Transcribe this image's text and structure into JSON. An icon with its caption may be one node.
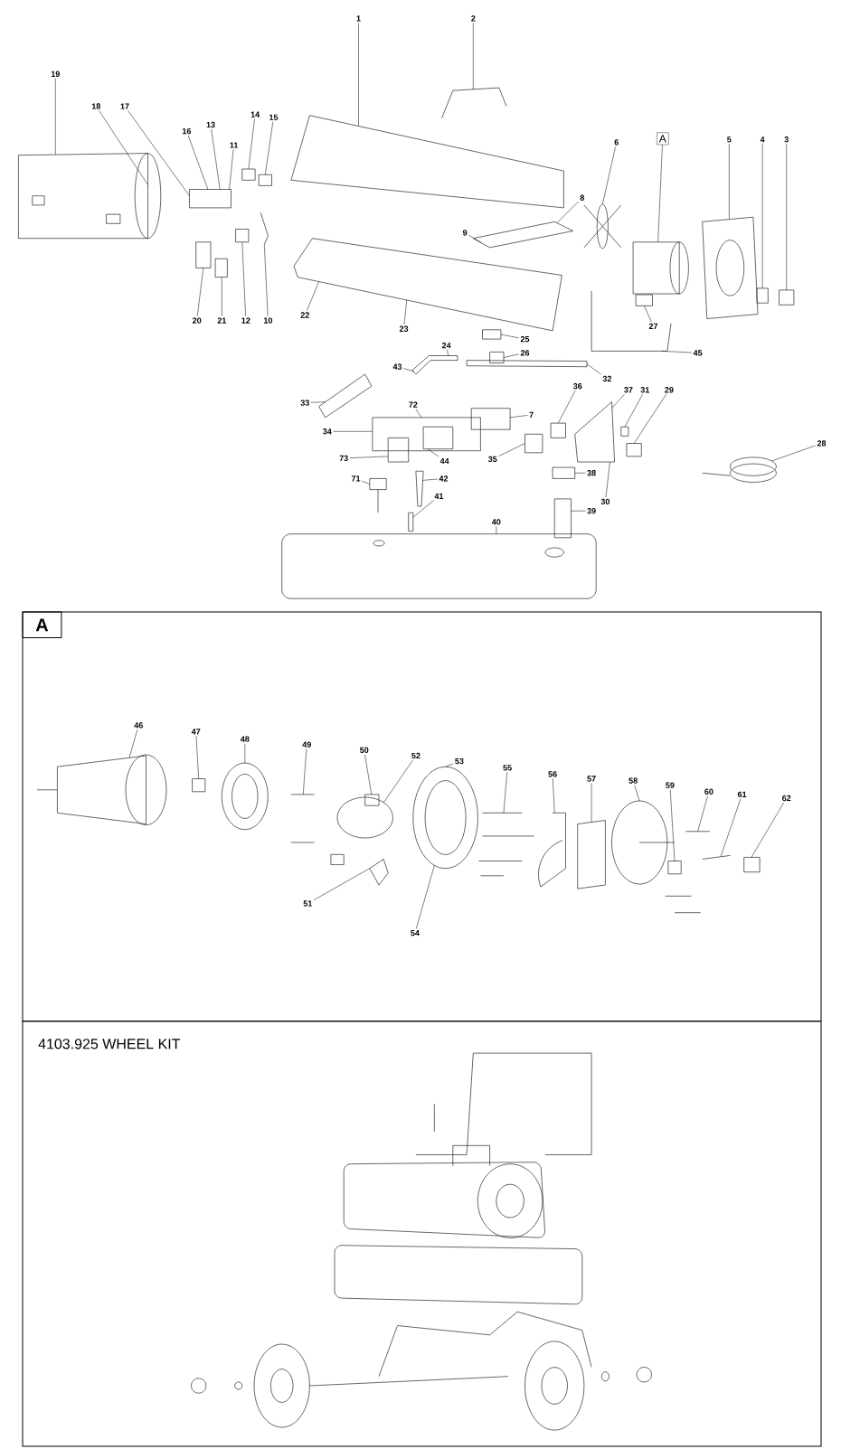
{
  "diagram": {
    "nodes": [
      {
        "text": [],
        "shape": "picture"
      },
      {
        "text": [
          "1"
        ]
      },
      {
        "text": [
          "2"
        ]
      },
      {
        "text": [
          "19"
        ]
      },
      {
        "text": [
          "18"
        ],
        "in": 0
      },
      {
        "text": [
          "17"
        ],
        "in": 0
      },
      {
        "text": [
          "16"
        ],
        "in": 0
      },
      {
        "text": [
          "13"
        ],
        "in": 0
      },
      {
        "text": [
          "11"
        ],
        "in": 0
      },
      {
        "text": [
          "14"
        ],
        "in": 0
      },
      {
        "text": [
          "15"
        ],
        "in": 0
      },
      {
        "text": [
          "20"
        ],
        "in": 0
      },
      {
        "text": [
          "21"
        ],
        "in": 0
      },
      {
        "text": [
          "12"
        ],
        "in": 0
      },
      {
        "text": [
          "10"
        ],
        "in": 0
      },
      {
        "text": [
          "22"
        ],
        "in": 0
      },
      {
        "text": [
          "23"
        ],
        "in": 0
      },
      {
        "text": [
          "9"
        ],
        "in": 0
      },
      {
        "text": [
          "8"
        ],
        "in": 0
      },
      {
        "text": [
          "6"
        ],
        "in": 0
      },
      {
        "text": [
          "A"
        ],
        "in": 0
      },
      {
        "text": [
          "5"
        ],
        "in": 0
      },
      {
        "text": [
          "4"
        ],
        "in": 0
      },
      {
        "text": [
          "3"
        ],
        "in": 0
      },
      {
        "text": [
          "27"
        ],
        "in": 0
      },
      {
        "text": [
          "45"
        ],
        "in": 0
      },
      {
        "text": [
          "25"
        ],
        "in": 0
      },
      {
        "text": [
          "24"
        ],
        "in": 0
      },
      {
        "text": [
          "26"
        ],
        "in": 0
      },
      {
        "text": [
          "43"
        ],
        "in": 0
      },
      {
        "text": [
          "32"
        ],
        "in": 0
      },
      {
        "text": [
          "33"
        ],
        "in": 0
      },
      {
        "text": [
          "72"
        ],
        "in": 0
      },
      {
        "text": [
          "7"
        ],
        "in": 0
      },
      {
        "text": [
          "36"
        ],
        "in": 0
      },
      {
        "text": [
          "37"
        ],
        "in": 0
      },
      {
        "text": [
          "31"
        ],
        "in": 0
      },
      {
        "text": [
          "29"
        ],
        "in": 0
      },
      {
        "text": [
          "34"
        ],
        "in": 0
      },
      {
        "text": [
          "73"
        ],
        "in": 0
      },
      {
        "text": [
          "44"
        ],
        "in": 0
      },
      {
        "text": [
          "35"
        ],
        "in": 0
      },
      {
        "text": [
          "38"
        ],
        "in": 0
      },
      {
        "text": [
          "30"
        ],
        "in": 0
      },
      {
        "text": [
          "28"
        ]
      },
      {
        "text": [
          "42"
        ],
        "in": 0
      },
      {
        "text": [
          "71"
        ],
        "in": 0
      },
      {
        "text": [
          "41"
        ],
        "in": 0
      },
      {
        "text": [
          "40"
        ],
        "in": 0
      },
      {
        "text": [
          "39"
        ],
        "in": 0
      },
      {
        "text": [
          "A"
        ]
      },
      {
        "text": [],
        "shape": "picture",
        "in": 50
      },
      {
        "text": [
          "46"
        ],
        "in": 50
      },
      {
        "text": [
          "47"
        ],
        "in": 50
      },
      {
        "text": [
          "48"
        ],
        "in": 50
      },
      {
        "text": [
          "49"
        ],
        "in": 50
      },
      {
        "text": [
          "50"
        ],
        "in": 50
      },
      {
        "text": [
          "52"
        ],
        "in": 50
      },
      {
        "text": [
          "53"
        ],
        "in": 51
      },
      {
        "text": [
          "55"
        ],
        "in": 51
      },
      {
        "text": [
          "56"
        ],
        "in": 51
      },
      {
        "text": [
          "57"
        ],
        "in": 51
      },
      {
        "text": [
          "58"
        ],
        "in": 51
      },
      {
        "text": [
          "59"
        ],
        "in": 51
      },
      {
        "text": [
          "60"
        ],
        "in": 51
      },
      {
        "text": [
          "61"
        ],
        "in": 51
      },
      {
        "text": [
          "62"
        ],
        "in": 50
      },
      {
        "text": [
          "51"
        ],
        "in": 51
      },
      {
        "text": [
          "54"
        ],
        "in": 50
      },
      {
        "text": [
          "4103.925 WHEEL KIT"
        ]
      }
    ],
    "edges": [
      {
        "from": 1,
        "to": 0,
        "arrow": "none"
      },
      {
        "from": 2,
        "to": 0,
        "arrow": "none"
      },
      {
        "from": 3,
        "to": 0,
        "arrow": "none"
      },
      {
        "from": 4,
        "to": 0,
        "arrow": "none"
      },
      {
        "from": 5,
        "to": 0,
        "arrow": "none"
      },
      {
        "from": 6,
        "to": 0,
        "arrow": "none"
      },
      {
        "from": 7,
        "to": 0,
        "arrow": "none"
      },
      {
        "from": 8,
        "to": 0,
        "arrow": "none"
      },
      {
        "from": 9,
        "to": 0,
        "arrow": "none"
      },
      {
        "from": 10,
        "to": 0,
        "arrow": "none"
      },
      {
        "from": 11,
        "to": 0,
        "arrow": "none"
      },
      {
        "from": 12,
        "to": 0,
        "arrow": "none"
      },
      {
        "from": 13,
        "to": 0,
        "arrow": "none"
      },
      {
        "from": 14,
        "to": 0,
        "arrow": "none"
      },
      {
        "from": 15,
        "to": 0,
        "arrow": "none"
      },
      {
        "from": 16,
        "to": 0,
        "arrow": "none"
      },
      {
        "from": 17,
        "to": 0,
        "arrow": "none"
      },
      {
        "from": 18,
        "to": 0,
        "arrow": "none"
      },
      {
        "from": 19,
        "to": 0,
        "arrow": "none"
      },
      {
        "from": 20,
        "to": 0,
        "arrow": "none"
      },
      {
        "from": 21,
        "to": 0,
        "arrow": "none"
      },
      {
        "from": 22,
        "to": 0,
        "arrow": "none"
      },
      {
        "from": 23,
        "to": 0,
        "arrow": "none"
      },
      {
        "from": 24,
        "to": 0,
        "arrow": "none"
      },
      {
        "from": 25,
        "to": 0,
        "arrow": "none"
      },
      {
        "from": 26,
        "to": 0,
        "arrow": "none"
      },
      {
        "from": 27,
        "to": 0,
        "arrow": "none"
      },
      {
        "from": 28,
        "to": 0,
        "arrow": "none"
      },
      {
        "from": 29,
        "to": 0,
        "arrow": "none"
      },
      {
        "from": 30,
        "to": 0,
        "arrow": "none"
      },
      {
        "from": 31,
        "to": 0,
        "arrow": "none"
      },
      {
        "from": 32,
        "to": 0,
        "arrow": "none"
      },
      {
        "from": 33,
        "to": 0,
        "arrow": "none"
      },
      {
        "from": 34,
        "to": 0,
        "arrow": "none"
      },
      {
        "from": 35,
        "to": 0,
        "arrow": "none"
      },
      {
        "from": 36,
        "to": 0,
        "arrow": "none"
      },
      {
        "from": 37,
        "to": 0,
        "arrow": "none"
      },
      {
        "from": 38,
        "to": 0,
        "arrow": "none"
      },
      {
        "from": 39,
        "to": 0,
        "arrow": "none"
      },
      {
        "from": 40,
        "to": 0,
        "arrow": "none"
      },
      {
        "from": 41,
        "to": 0,
        "arrow": "none"
      },
      {
        "from": 42,
        "to": 0,
        "arrow": "none"
      },
      {
        "from": 43,
        "to": 0,
        "arrow": "none"
      },
      {
        "from": 44,
        "to": 0,
        "arrow": "none"
      },
      {
        "from": 45,
        "to": 0,
        "arrow": "none"
      },
      {
        "from": 46,
        "to": 0,
        "arrow": "none"
      },
      {
        "from": 47,
        "to": 0,
        "arrow": "none"
      },
      {
        "from": 48,
        "to": 0,
        "arrow": "none"
      },
      {
        "from": 49,
        "to": 0,
        "arrow": "none"
      },
      {
        "from": 52,
        "to": 51,
        "arrow": "none"
      },
      {
        "from": 53,
        "to": 51,
        "arrow": "none"
      },
      {
        "from": 54,
        "to": 51,
        "arrow": "none"
      },
      {
        "from": 55,
        "to": 51,
        "arrow": "none"
      },
      {
        "from": 56,
        "to": 51,
        "arrow": "none"
      },
      {
        "from": 57,
        "to": 51,
        "arrow": "none"
      },
      {
        "from": 58,
        "to": 51,
        "arrow": "none"
      },
      {
        "from": 59,
        "to": 51,
        "arrow": "none"
      },
      {
        "from": 60,
        "to": 51,
        "arrow": "none"
      },
      {
        "from": 61,
        "to": 51,
        "arrow": "none"
      },
      {
        "from": 62,
        "to": 51,
        "arrow": "none"
      },
      {
        "from": 63,
        "to": 51,
        "arrow": "none"
      },
      {
        "from": 64,
        "to": 51,
        "arrow": "none"
      },
      {
        "from": 65,
        "to": 51,
        "arrow": "none"
      },
      {
        "from": 66,
        "to": 51,
        "arrow": "none"
      },
      {
        "from": 67,
        "to": 51,
        "arrow": "none"
      },
      {
        "from": 68,
        "to": 51,
        "arrow": "none"
      }
    ]
  }
}
